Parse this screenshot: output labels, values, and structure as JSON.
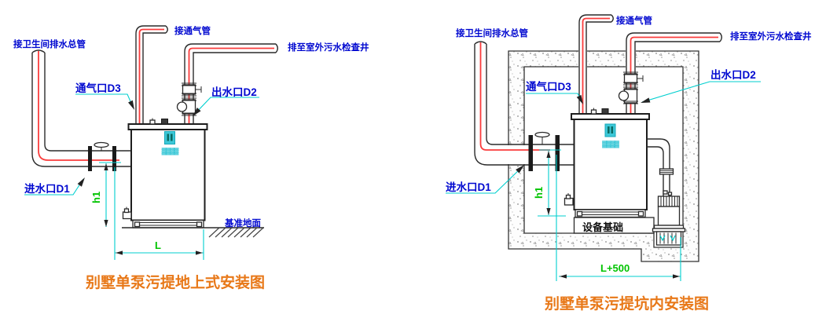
{
  "colors": {
    "label_blue": "#0008d0",
    "dim_cyan": "#00cfcf",
    "dim_green": "#00c400",
    "pipe_red": "#fa3c3c",
    "outline_dark": "#2a2a2a",
    "title_orange": "#e87818",
    "logo_cyan": "#2fc4d4"
  },
  "diagrams": [
    {
      "title": "别墅单泵污提地上式安装图",
      "labels": {
        "inlet_main": "接卫生间排水总管",
        "vent_pipe": "接通气管",
        "discharge": "排至室外污水检查井",
        "vent_port": "通气口D3",
        "outlet_port": "出水口D2",
        "inlet_port": "进水口D1",
        "ground": "基准地面",
        "dim_h": "h1",
        "dim_l": "L"
      },
      "logo_text": "▓▓▓▓"
    },
    {
      "title": "别墅单泵污提坑内安装图",
      "labels": {
        "inlet_main": "接卫生间排水总管",
        "vent_pipe": "接通气管",
        "discharge": "排至室外污水检查井",
        "vent_port": "通气口D3",
        "outlet_port": "出水口D2",
        "inlet_port": "进水口D1",
        "foundation": "设备基础",
        "dim_h": "h1",
        "dim_l": "L+500"
      },
      "logo_text": "▓▓▓▓"
    }
  ]
}
